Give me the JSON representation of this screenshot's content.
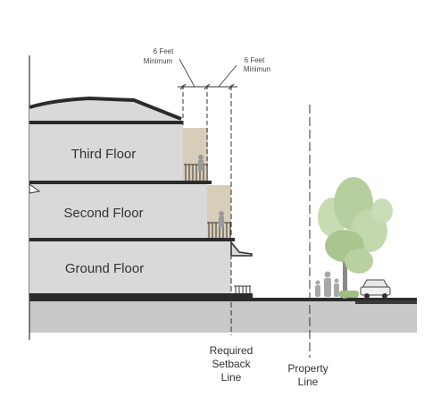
{
  "floors": {
    "third": "Third Floor",
    "second": "Second Floor",
    "ground": "Ground Floor"
  },
  "dimensions": {
    "left": {
      "line1": "6 Feet",
      "line2": "Minimum"
    },
    "right": {
      "line1": "6 Feet",
      "line2": "Minimun"
    }
  },
  "lines": {
    "setback": {
      "line1": "Required",
      "line2": "Setback",
      "line3": "Line"
    },
    "property": {
      "line1": "Property",
      "line2": "Line"
    }
  },
  "colors": {
    "building": "#d9d9da",
    "slab": "#2b2b2b",
    "ground": "#c9c9c9",
    "balcony": "#d8cdb8",
    "tree": "#b7cf9e"
  }
}
